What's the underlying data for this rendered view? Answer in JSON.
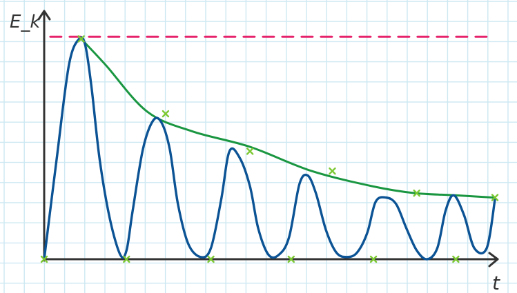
{
  "chart_data": {
    "type": "line",
    "title": "",
    "xlabel": "t",
    "ylabel": "E_k",
    "xlim": [
      0,
      11
    ],
    "ylim": [
      0,
      1.12
    ],
    "grid": true,
    "series": [
      {
        "role": "oscillation",
        "color": "#0b5394",
        "x": [
          0,
          0.3,
          0.6,
          0.85,
          1.0,
          1.15,
          1.35,
          1.6,
          1.85,
          2.0,
          2.15,
          2.4,
          2.65,
          2.85,
          3.05,
          3.25,
          3.5,
          3.8,
          4.05,
          4.3,
          4.5,
          4.75,
          5.0,
          5.2,
          5.45,
          5.7,
          5.95,
          6.2,
          6.4,
          6.6,
          6.85,
          7.1,
          7.35,
          7.6,
          7.85,
          8.05,
          8.3,
          8.55,
          8.8,
          9.05,
          9.3,
          9.55,
          9.75,
          9.95,
          10.2,
          10.45,
          10.75,
          10.95
        ],
        "y": [
          0,
          0.45,
          0.88,
          1.0,
          0.97,
          0.78,
          0.45,
          0.18,
          0.02,
          0.04,
          0.22,
          0.5,
          0.63,
          0.62,
          0.5,
          0.25,
          0.07,
          0.01,
          0.05,
          0.27,
          0.49,
          0.46,
          0.33,
          0.14,
          0.02,
          0.02,
          0.1,
          0.34,
          0.38,
          0.3,
          0.13,
          0.03,
          0.01,
          0.03,
          0.12,
          0.26,
          0.28,
          0.25,
          0.14,
          0.04,
          0.0,
          0.05,
          0.22,
          0.29,
          0.2,
          0.05,
          0.05,
          0.27
        ]
      },
      {
        "role": "envelope",
        "color": "#1a9641",
        "x": [
          0.9,
          1.5,
          2.5,
          3.6,
          5.0,
          6.5,
          8.0,
          9.0,
          10.0,
          10.9
        ],
        "y": [
          1.0,
          0.88,
          0.67,
          0.58,
          0.51,
          0.4,
          0.33,
          0.3,
          0.29,
          0.28
        ]
      },
      {
        "role": "constant",
        "color": "#e6226b",
        "dashed": true,
        "x": [
          0.15,
          10.9
        ],
        "y": [
          1.01,
          1.01
        ]
      }
    ],
    "markers": {
      "color": "#7cc832",
      "points": [
        {
          "x": 0,
          "y": 0
        },
        {
          "x": 2.0,
          "y": 0
        },
        {
          "x": 4.05,
          "y": 0
        },
        {
          "x": 6.0,
          "y": 0
        },
        {
          "x": 8.0,
          "y": 0
        },
        {
          "x": 10.0,
          "y": 0
        },
        {
          "x": 0.9,
          "y": 1.0
        },
        {
          "x": 2.95,
          "y": 0.66
        },
        {
          "x": 5.0,
          "y": 0.49
        },
        {
          "x": 7.0,
          "y": 0.4
        },
        {
          "x": 9.05,
          "y": 0.3
        },
        {
          "x": 10.95,
          "y": 0.28
        }
      ]
    }
  }
}
